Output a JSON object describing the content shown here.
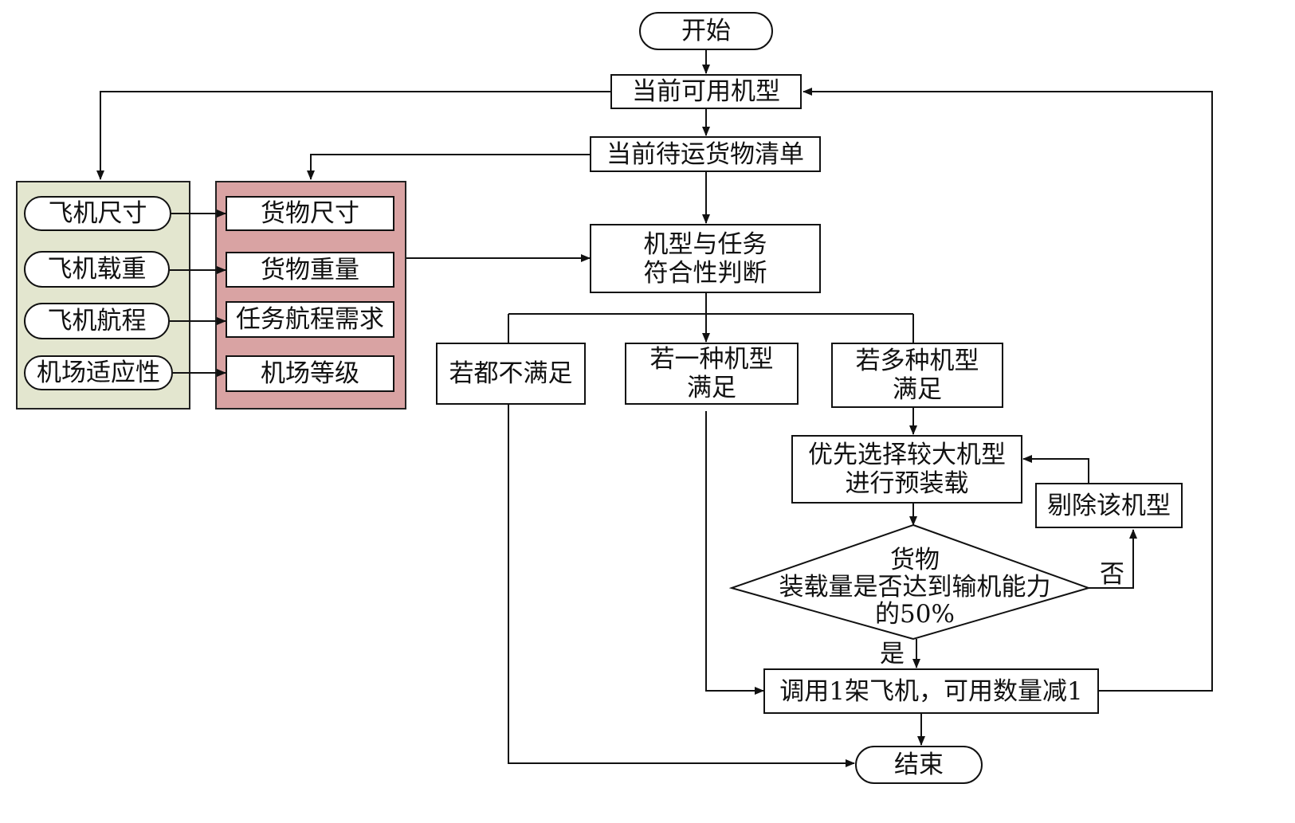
{
  "colors": {
    "aircraft_panel": "#e3e6cf",
    "cargo_panel": "#d9a3a3",
    "line": "#111111"
  },
  "nodes": {
    "start": "开始",
    "current_models": "当前可用机型",
    "cargo_list": "当前待运货物清单",
    "aircraft_size": "飞机尺寸",
    "aircraft_load": "飞机载重",
    "aircraft_range": "飞机航程",
    "airport_adapt": "机场适应性",
    "cargo_size": "货物尺寸",
    "cargo_weight": "货物重量",
    "mission_range": "任务航程需求",
    "airport_level": "机场等级",
    "judge": "机型与任务\n符合性判断",
    "none_ok": "若都不满足",
    "one_ok": "若一种机型\n满足",
    "multi_ok": "若多种机型\n满足",
    "prefer_large": "优先选择较大机型\n进行预装载",
    "remove": "剔除该机型",
    "decision": "货物\n装载量是否达到输机能力\n的50%",
    "dispatch": "调用1架飞机，可用数量减1",
    "end": "结束"
  },
  "labels": {
    "no": "否",
    "yes": "是"
  }
}
